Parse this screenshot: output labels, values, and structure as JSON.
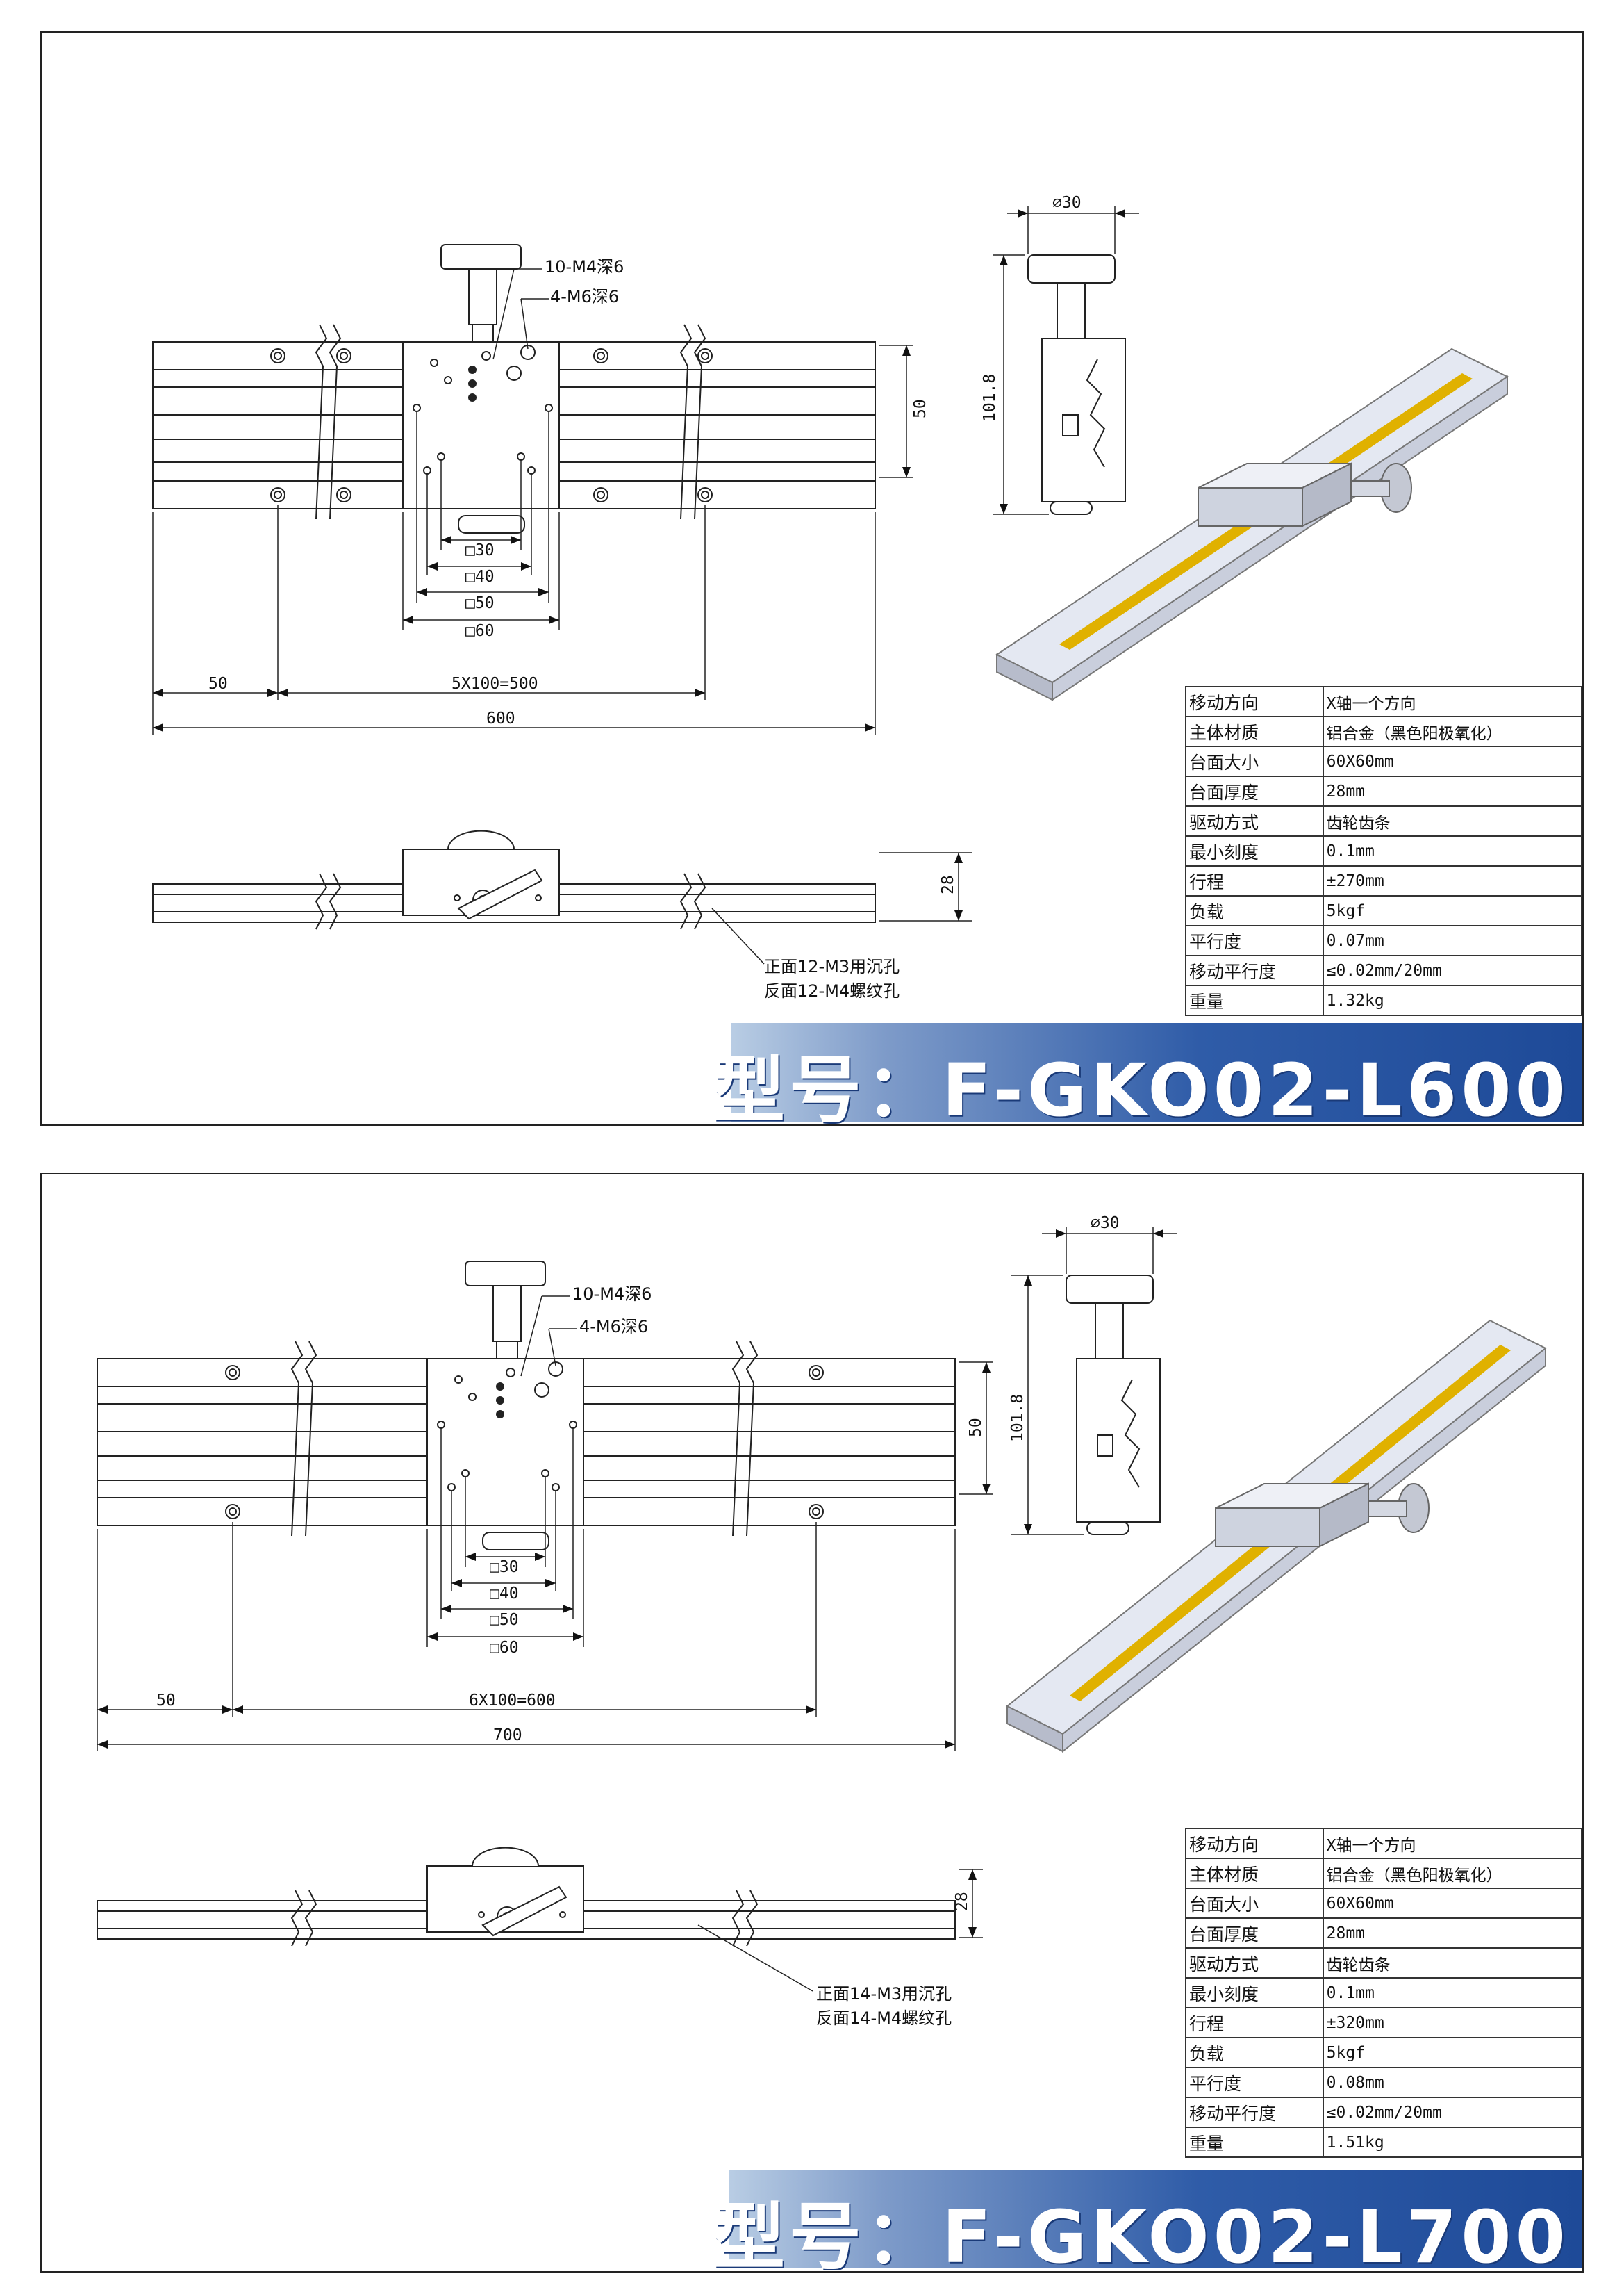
{
  "drawings": [
    {
      "callout_thread_m4": "10-M4深6",
      "callout_thread_m6": "4-M6深6",
      "dim_sq30": "□30",
      "dim_sq40": "□40",
      "dim_sq50": "□50",
      "dim_sq60": "□60",
      "dim_end": "50",
      "dim_pitch": "5X100=500",
      "dim_total": "600",
      "dim_rail_height": "50",
      "dim_thickness": "28",
      "dim_knob_dia": "∅30",
      "dim_side_height": "101.8",
      "note_front": "正面12-M3用沉孔",
      "note_back": "反面12-M4螺纹孔",
      "specs": [
        {
          "key": "移动方向",
          "value": "X轴一个方向"
        },
        {
          "key": "主体材质",
          "value": "铝合金（黑色阳极氧化）"
        },
        {
          "key": "台面大小",
          "value": "60X60mm"
        },
        {
          "key": "台面厚度",
          "value": "28mm"
        },
        {
          "key": "驱动方式",
          "value": "齿轮齿条"
        },
        {
          "key": "最小刻度",
          "value": "0.1mm"
        },
        {
          "key": "行程",
          "value": "±270mm"
        },
        {
          "key": "负载",
          "value": "5kgf"
        },
        {
          "key": "平行度",
          "value": "0.07mm"
        },
        {
          "key": "移动平行度",
          "value": "≤0.02mm/20mm"
        },
        {
          "key": "重量",
          "value": "1.32kg"
        }
      ],
      "model_label": "型号：F-GKO02-L600",
      "colors": {
        "banner": "#2f5ca8",
        "rail_stripe": "#e0b100"
      }
    },
    {
      "callout_thread_m4": "10-M4深6",
      "callout_thread_m6": "4-M6深6",
      "dim_sq30": "□30",
      "dim_sq40": "□40",
      "dim_sq50": "□50",
      "dim_sq60": "□60",
      "dim_end": "50",
      "dim_pitch": "6X100=600",
      "dim_total": "700",
      "dim_rail_height": "50",
      "dim_thickness": "28",
      "dim_knob_dia": "∅30",
      "dim_side_height": "101.8",
      "note_front": "正面14-M3用沉孔",
      "note_back": "反面14-M4螺纹孔",
      "specs": [
        {
          "key": "移动方向",
          "value": "X轴一个方向"
        },
        {
          "key": "主体材质",
          "value": "铝合金（黑色阳极氧化）"
        },
        {
          "key": "台面大小",
          "value": "60X60mm"
        },
        {
          "key": "台面厚度",
          "value": "28mm"
        },
        {
          "key": "驱动方式",
          "value": "齿轮齿条"
        },
        {
          "key": "最小刻度",
          "value": "0.1mm"
        },
        {
          "key": "行程",
          "value": "±320mm"
        },
        {
          "key": "负载",
          "value": "5kgf"
        },
        {
          "key": "平行度",
          "value": "0.08mm"
        },
        {
          "key": "移动平行度",
          "value": "≤0.02mm/20mm"
        },
        {
          "key": "重量",
          "value": "1.51kg"
        }
      ],
      "model_label": "型号：F-GKO02-L700",
      "colors": {
        "banner": "#2f5ca8",
        "rail_stripe": "#e0b100"
      }
    }
  ]
}
